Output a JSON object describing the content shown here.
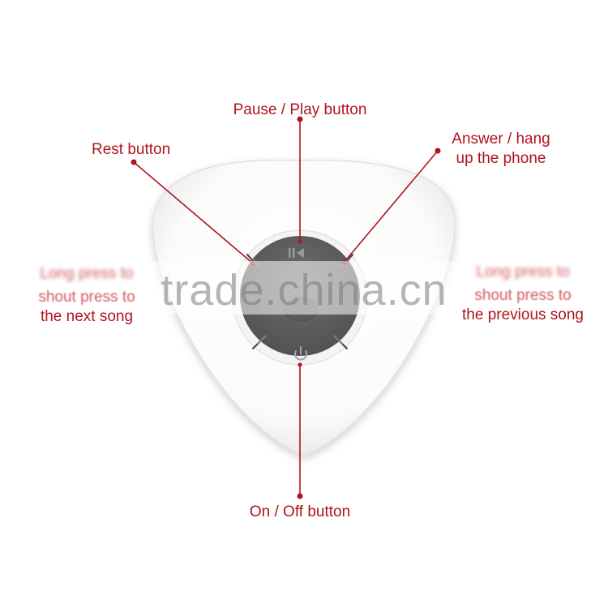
{
  "labels": {
    "pause_play": "Pause / Play button",
    "rest": "Rest button",
    "answer_line1": "Answer / hang",
    "answer_line2": "up the phone",
    "on_off": "On / Off button",
    "left_line1": "Long press to",
    "left_line2": "shout press to",
    "left_line3": "the next song",
    "right_line1": "Long press to",
    "right_line2": "shout press to",
    "right_line3": "the previous song"
  },
  "watermark": "trade.china.cn",
  "colors": {
    "accent": "#b0141c",
    "button_gray": "#5f5f5f",
    "body_white": "#ffffff",
    "rim_gray": "#e7e7e7"
  },
  "icons": {
    "previous": "skip-previous-icon",
    "power": "power-icon"
  }
}
